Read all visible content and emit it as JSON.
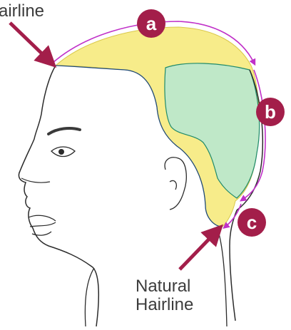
{
  "labels": {
    "top_hairline": "airline",
    "natural_hairline_line1": "Natural",
    "natural_hairline_line2": "Hairline"
  },
  "markers": [
    {
      "id": "a",
      "text": "a"
    },
    {
      "id": "b",
      "text": "b"
    },
    {
      "id": "c",
      "text": "c"
    }
  ],
  "colors": {
    "marker": "#a31e4a",
    "arrow": "#a31e4a",
    "measure_line": "#c030c8",
    "yellow_fill": "#f7ec8a",
    "green_fill": "#bfe8c8",
    "outline": "#2b2b2b"
  }
}
